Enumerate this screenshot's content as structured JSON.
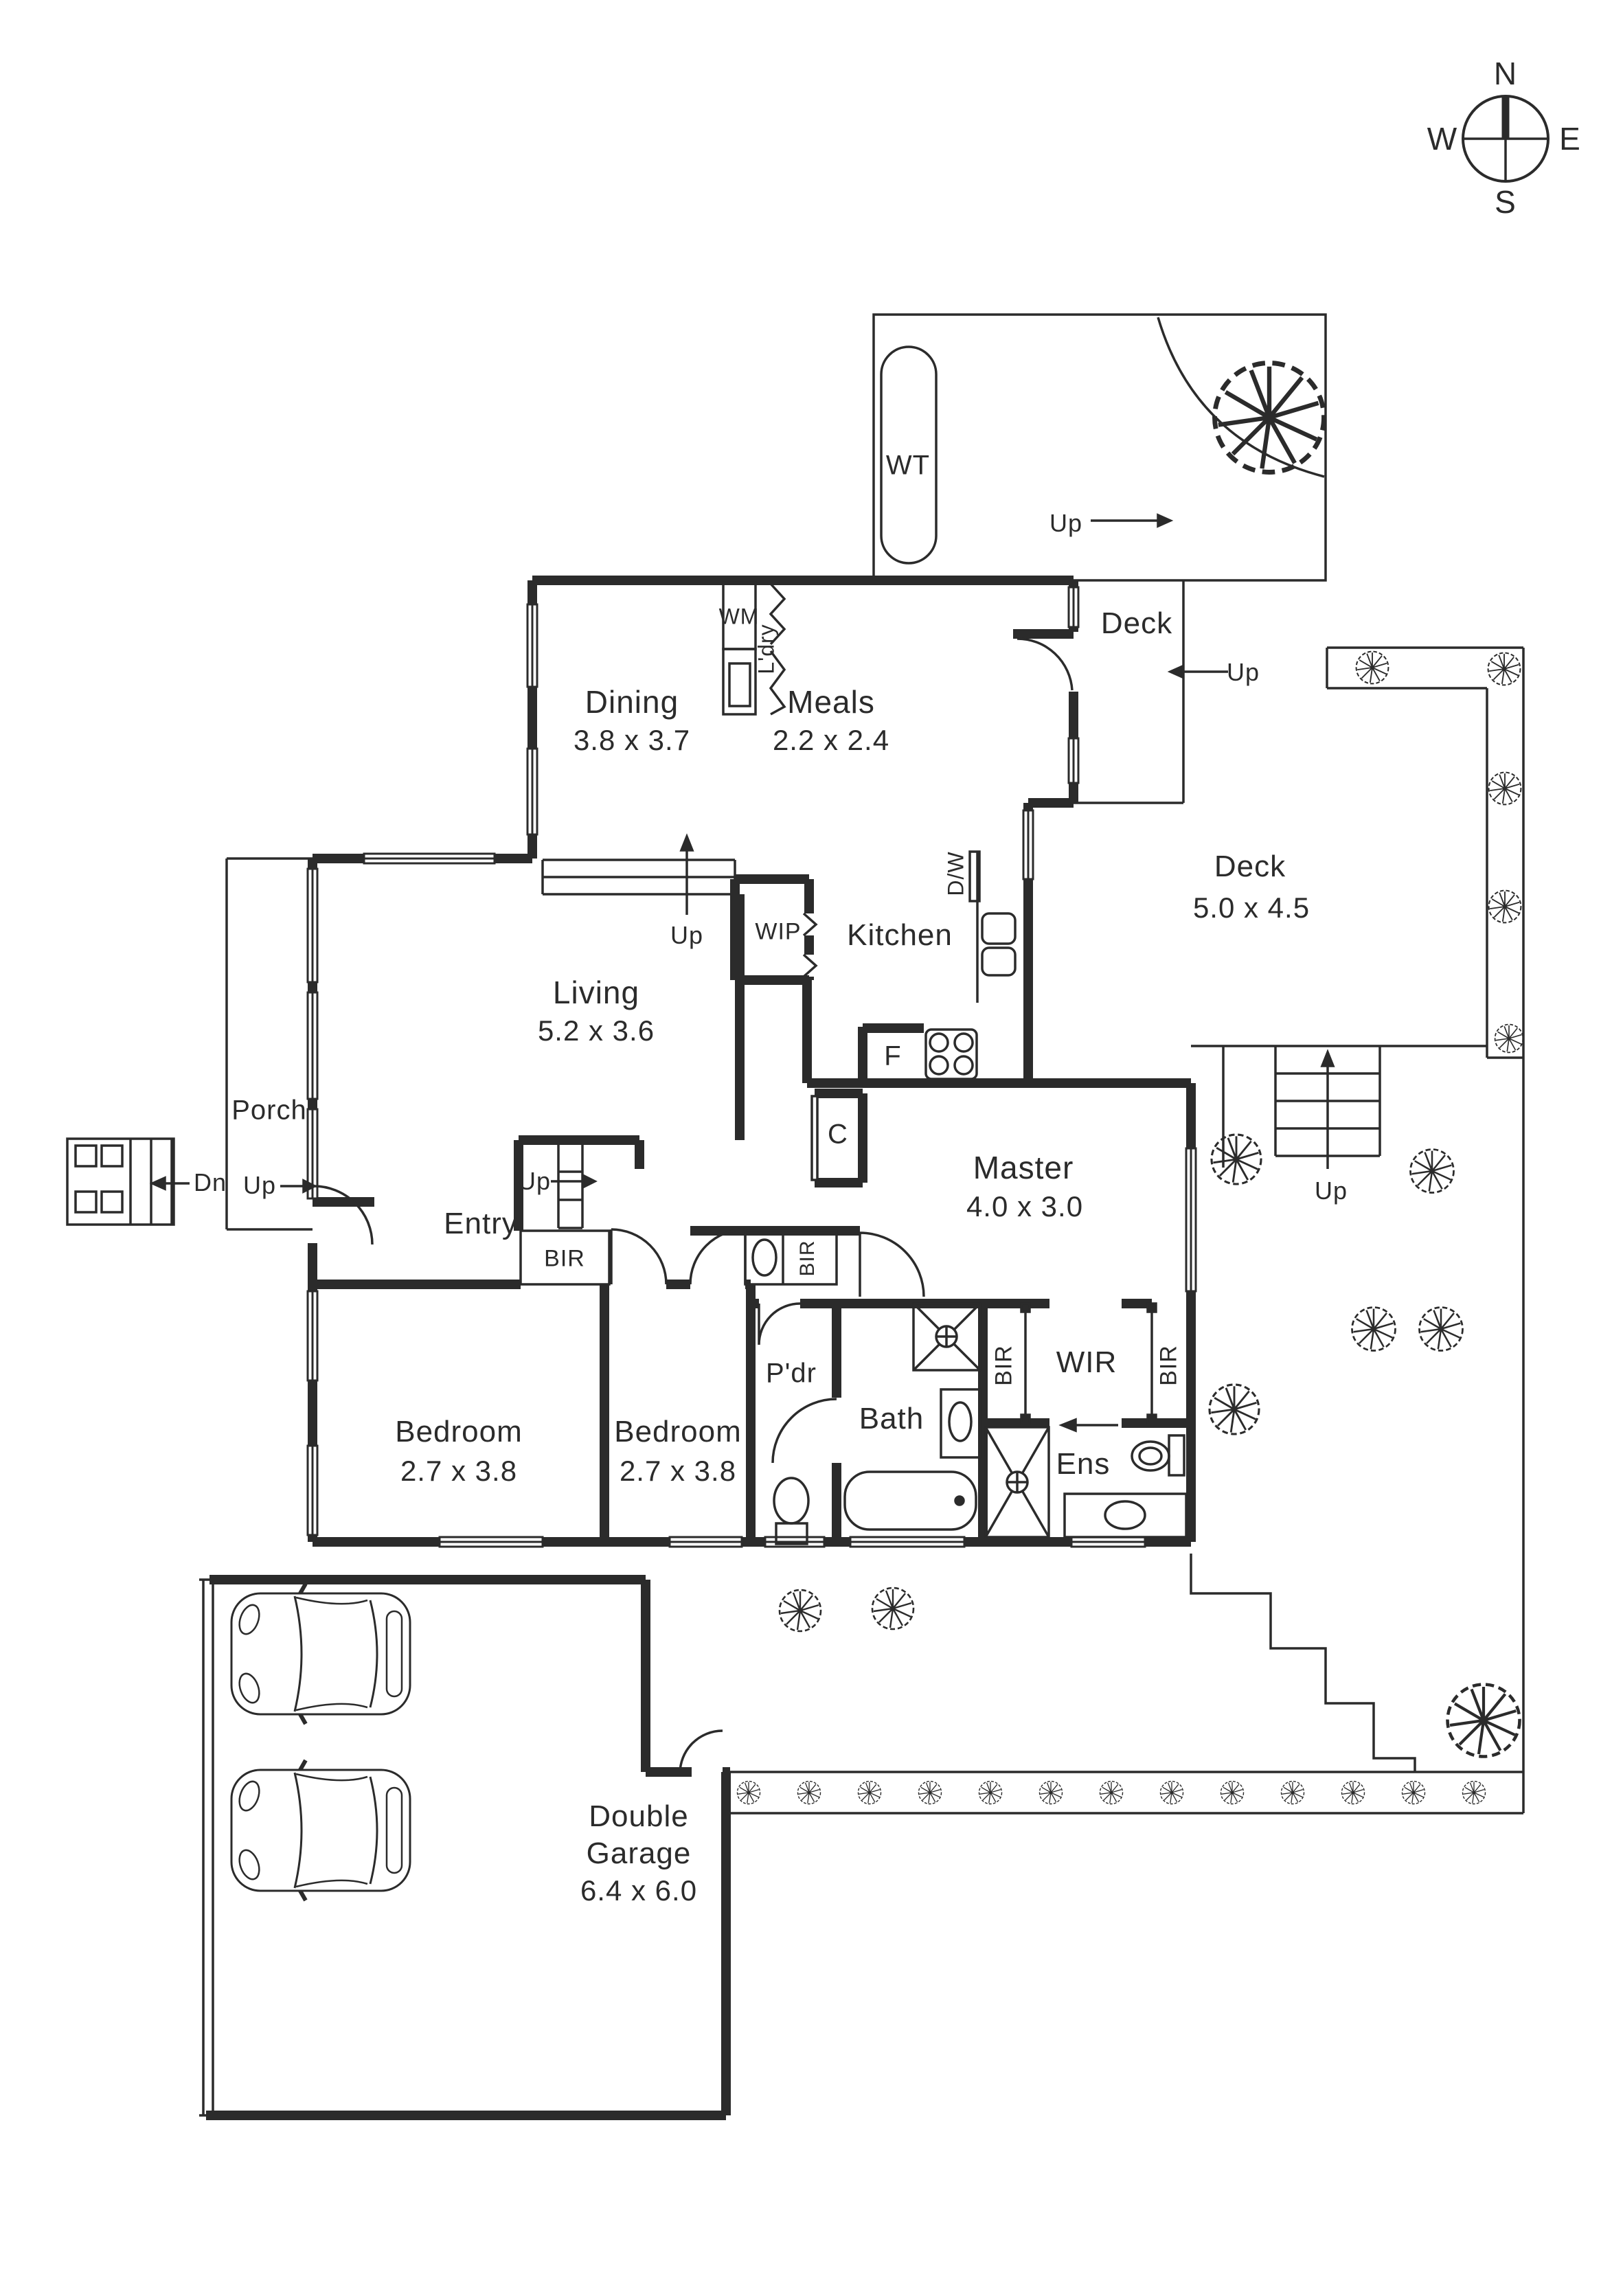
{
  "compass": {
    "north": "N",
    "east": "E",
    "south": "S",
    "west": "W"
  },
  "nav": {
    "up": "Up",
    "down": "Dn"
  },
  "features": {
    "water_tank": "WT",
    "washing_machine": "WM",
    "laundry": "L'dry",
    "dishwasher": "D/W",
    "pantry": "WIP",
    "fridge": "F",
    "cupboard": "C",
    "robe": "BIR",
    "walk_in_robe": "WIR"
  },
  "rooms": {
    "dining": {
      "name": "Dining",
      "dims": "3.8 x 3.7"
    },
    "meals": {
      "name": "Meals",
      "dims": "2.2 x 2.4"
    },
    "kitchen": {
      "name": "Kitchen"
    },
    "living": {
      "name": "Living",
      "dims": "5.2 x 3.6"
    },
    "master": {
      "name": "Master",
      "dims": "4.0 x 3.0"
    },
    "bedroom1": {
      "name": "Bedroom",
      "dims": "2.7 x 3.8"
    },
    "bedroom2": {
      "name": "Bedroom",
      "dims": "2.7 x 3.8"
    },
    "entry": {
      "name": "Entry"
    },
    "porch": {
      "name": "Porch"
    },
    "bath": {
      "name": "Bath"
    },
    "ensuite": {
      "name": "Ens"
    },
    "powder": {
      "name": "P'dr"
    },
    "deck_small": {
      "name": "Deck"
    },
    "deck_large": {
      "name": "Deck",
      "dims": "5.0 x 4.5"
    },
    "garage": {
      "name_line1": "Double",
      "name_line2": "Garage",
      "dims": "6.4 x 6.0"
    }
  }
}
